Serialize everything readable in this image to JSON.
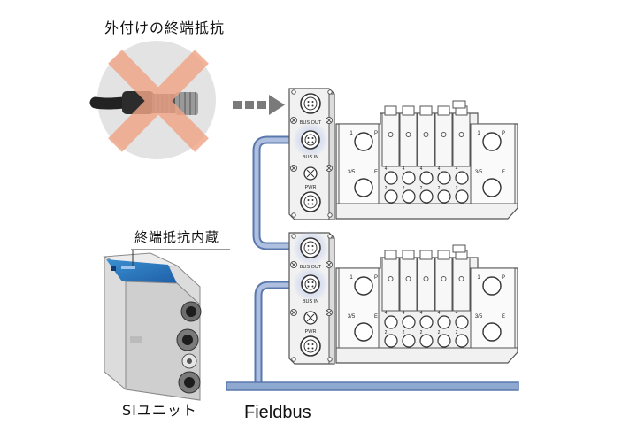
{
  "labels": {
    "external_terminator": "外付けの終端抵抗",
    "built_in_terminator": "終端抵抗内蔵",
    "si_unit": "SIユニット",
    "fieldbus": "Fieldbus"
  },
  "manifolds": [
    {
      "connectors": [
        "BUS OUT",
        "BUS IN",
        "PWR"
      ],
      "ports": [
        "1",
        "P",
        "3/5",
        "E"
      ],
      "valve_marks": [
        "4",
        "2",
        "4",
        "2",
        "4",
        "2",
        "4",
        "2",
        "4",
        "2"
      ]
    },
    {
      "connectors": [
        "BUS OUT",
        "BUS IN",
        "PWR"
      ],
      "ports": [
        "1",
        "P",
        "3/5",
        "E"
      ],
      "valve_marks": [
        "4",
        "2",
        "4",
        "2",
        "4",
        "2",
        "4",
        "2",
        "4",
        "2"
      ]
    }
  ],
  "colors": {
    "cable": "#8fa8cf",
    "cable_stroke": "#5a78ad",
    "cross": "#f0a587",
    "device_stroke": "#555555",
    "device_fill": "#f1f1f1",
    "highlight": "#9fb4e6"
  }
}
